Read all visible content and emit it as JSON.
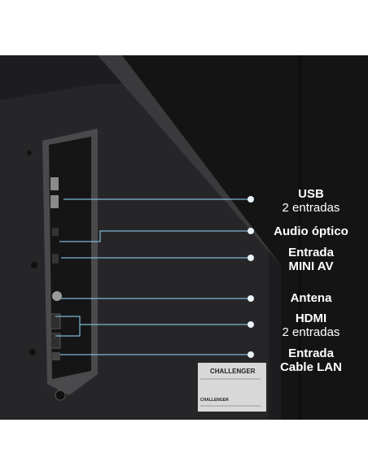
{
  "labels": {
    "usb": {
      "title": "USB",
      "sub": "2 entradas"
    },
    "audio": {
      "title": "Audio óptico"
    },
    "miniav": {
      "title": "Entrada",
      "title2": "MINI AV"
    },
    "antena": {
      "title": "Antena"
    },
    "hdmi": {
      "title": "HDMI",
      "sub": "2 entradas"
    },
    "lan": {
      "title": "Entrada",
      "title2": "Cable LAN"
    }
  },
  "sticker": {
    "brand": "CHALLENGER",
    "brand_small": "CHALLENGER"
  },
  "colors": {
    "background": "#1c1c1d",
    "line": "#7fb6d3",
    "dot": "#e9f3f9",
    "text": "#ffffff"
  }
}
